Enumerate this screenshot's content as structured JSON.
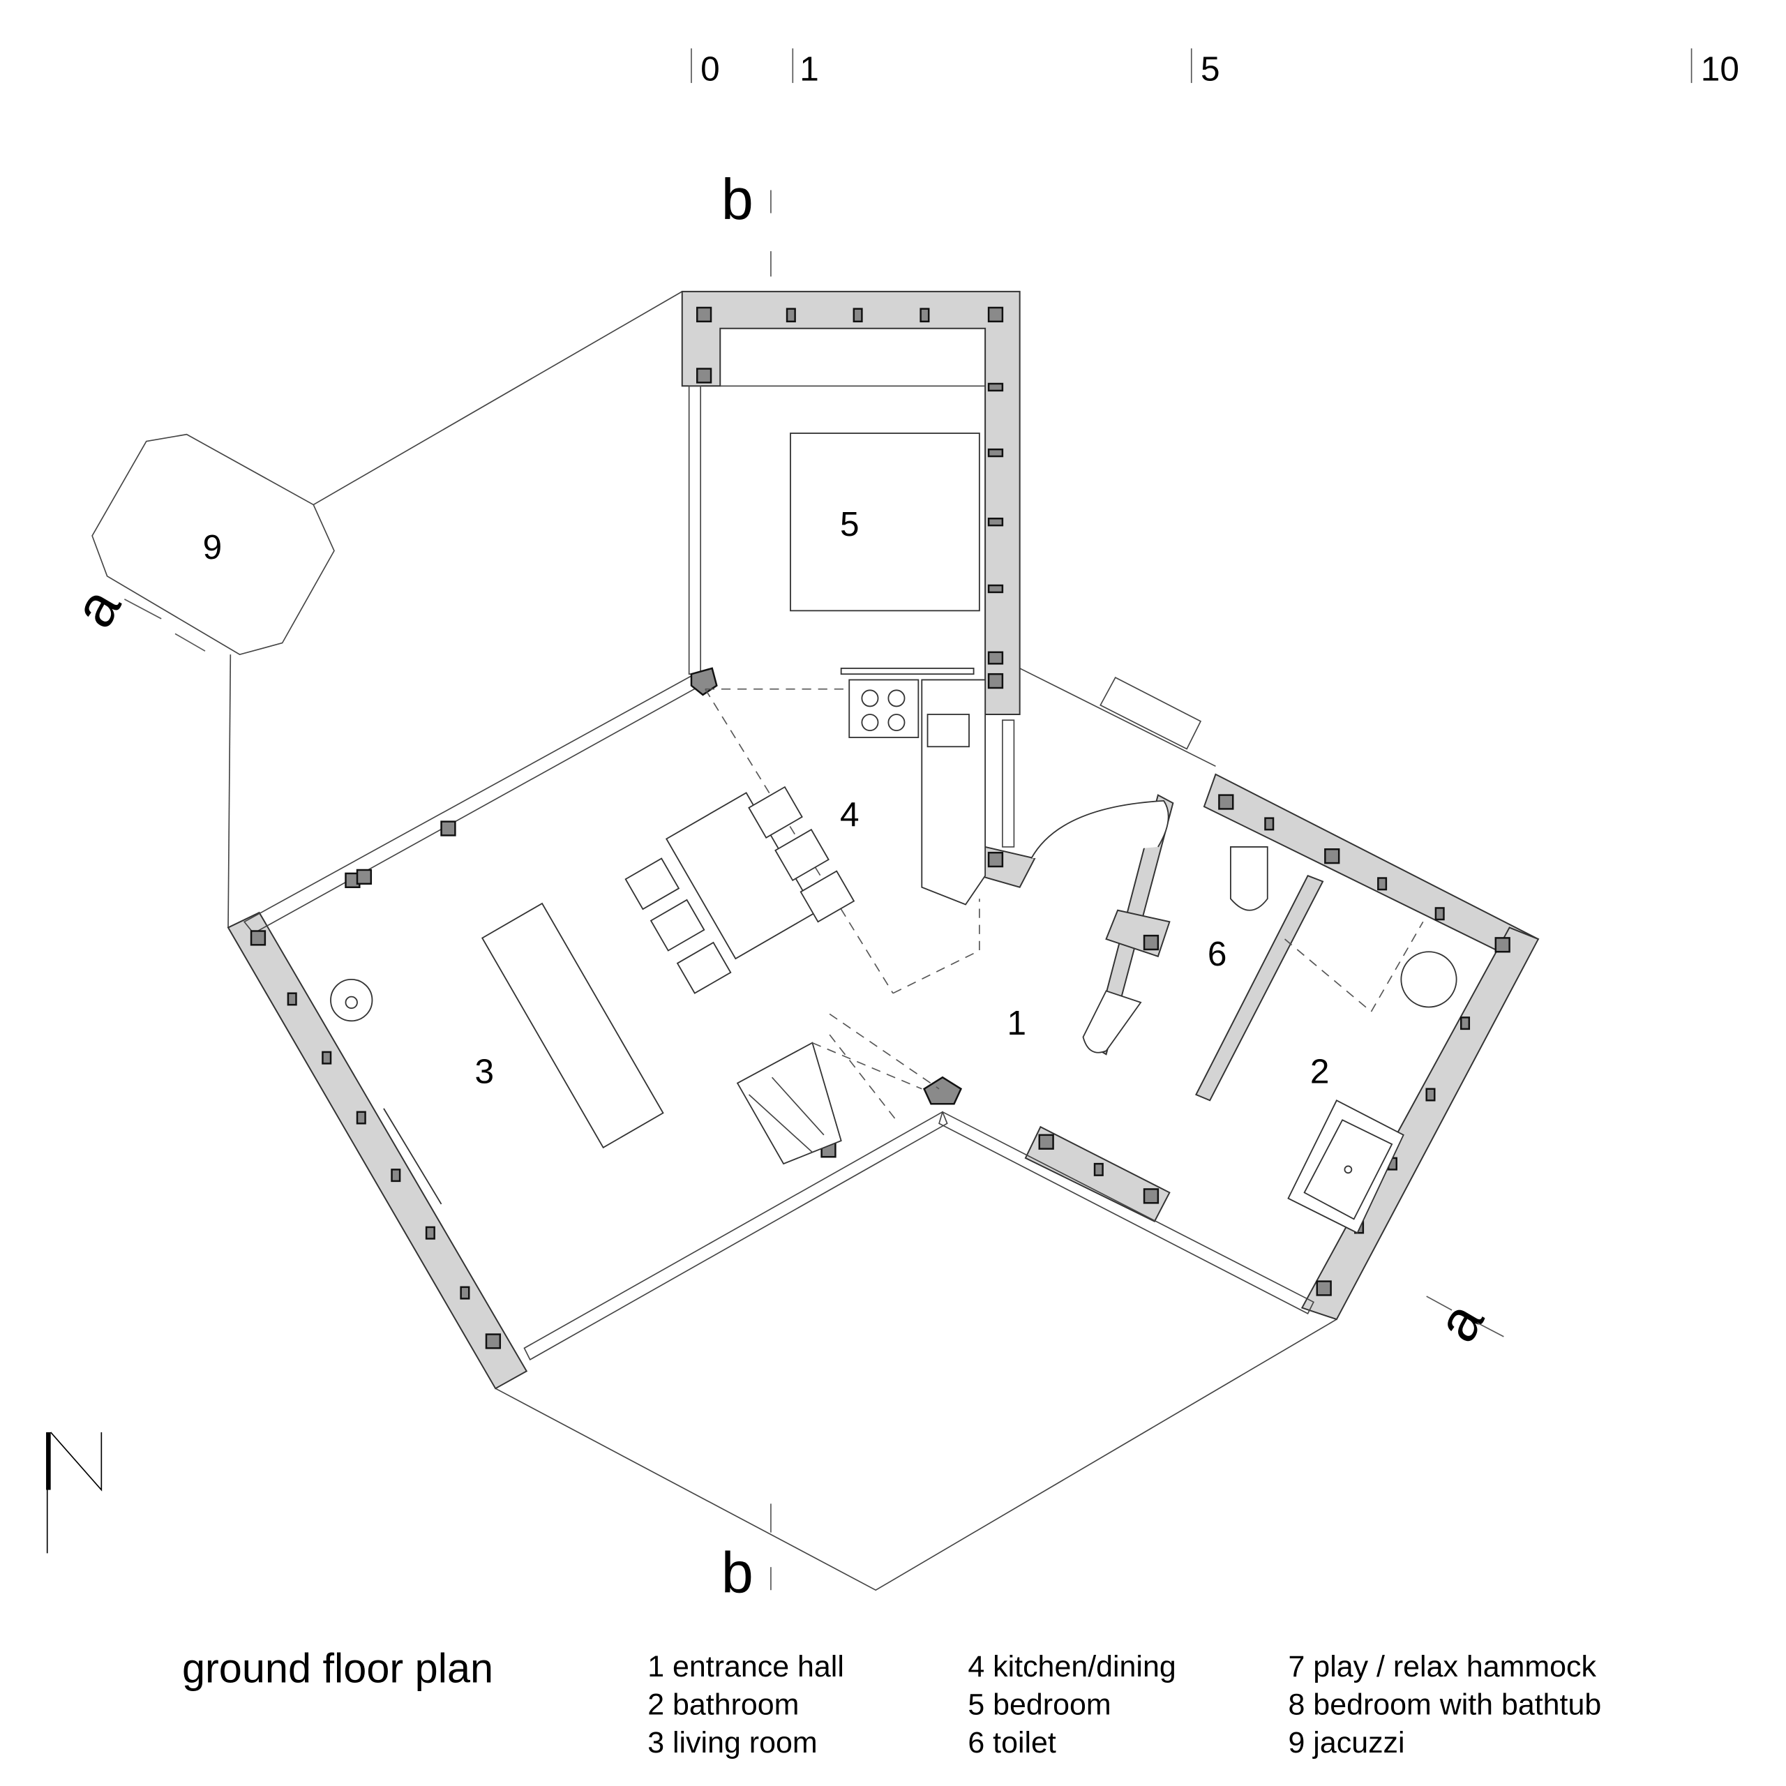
{
  "scale_bar": {
    "labels": [
      "0",
      "1",
      "5",
      "10"
    ]
  },
  "section_markers": {
    "a": "a",
    "b": "b"
  },
  "rooms": {
    "r1": "1",
    "r2": "2",
    "r3": "3",
    "r4": "4",
    "r5": "5",
    "r6": "6",
    "r9": "9"
  },
  "north_label": "N",
  "title": "ground floor plan",
  "legend": [
    "1 entrance hall",
    "2 bathroom",
    "3 living room",
    "4 kitchen/dining",
    "5 bedroom",
    "6 toilet",
    "7 play / relax hammock",
    "8 bedroom with bathtub",
    "9 jacuzzi"
  ],
  "colors": {
    "wall_fill": "#d4d4d4",
    "post_fill": "#8a8a8a",
    "line": "#444444"
  }
}
